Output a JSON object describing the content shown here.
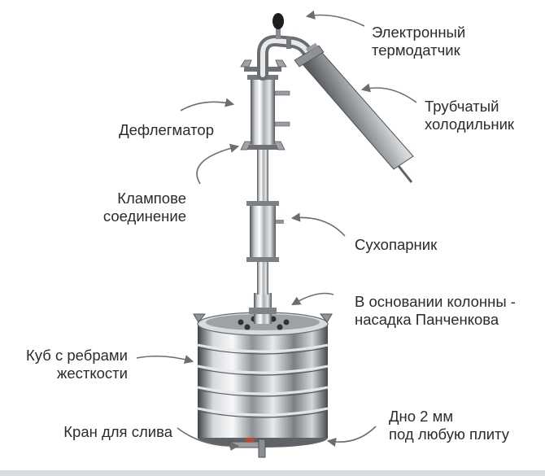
{
  "colors": {
    "steel_dark": "#5e6266",
    "steel_mid": "#b9bcc0",
    "steel_light": "#f4f5f6",
    "arrow": "#6d6d6d",
    "valve_accent": "#c4452a",
    "text": "#2b2b2b"
  },
  "labels": {
    "sensor": [
      "Электронный",
      "термодатчик"
    ],
    "condenser": [
      "Трубчатый",
      "холодильник"
    ],
    "dephlegmator": [
      "Дефлегматор"
    ],
    "clamp": [
      "Клампове",
      "соединение"
    ],
    "dry_steamer": [
      "Сухопарник"
    ],
    "column_base": [
      "В основании колонны -",
      "насадка Панченкова"
    ],
    "tank": [
      "Куб с ребрами",
      "жесткости"
    ],
    "drain_valve": [
      "Кран для слива"
    ],
    "bottom": [
      "Дно 2 мм",
      "под любую плиту"
    ]
  }
}
